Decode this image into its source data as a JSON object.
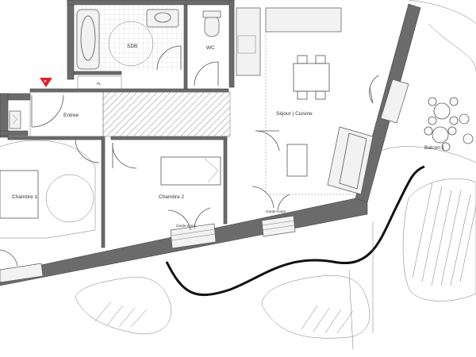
{
  "rooms": {
    "entree": "Entree",
    "sdb": "SDB",
    "wc": "WC",
    "placard": "PL",
    "sejour_cuisine": "Séjour | Cuisine",
    "chambre_1": "Chambre 1",
    "chambre_2": "Chambre 2",
    "balcon_1": "Balcon 1"
  },
  "openings": {
    "window_1": "Garde-corps",
    "window_2": "Garde-corps"
  },
  "markers": {
    "entry_marker": "P"
  },
  "colors": {
    "wall": "#6b6b6b",
    "entry_marker": "#e0202a",
    "background": "#ffffff"
  }
}
